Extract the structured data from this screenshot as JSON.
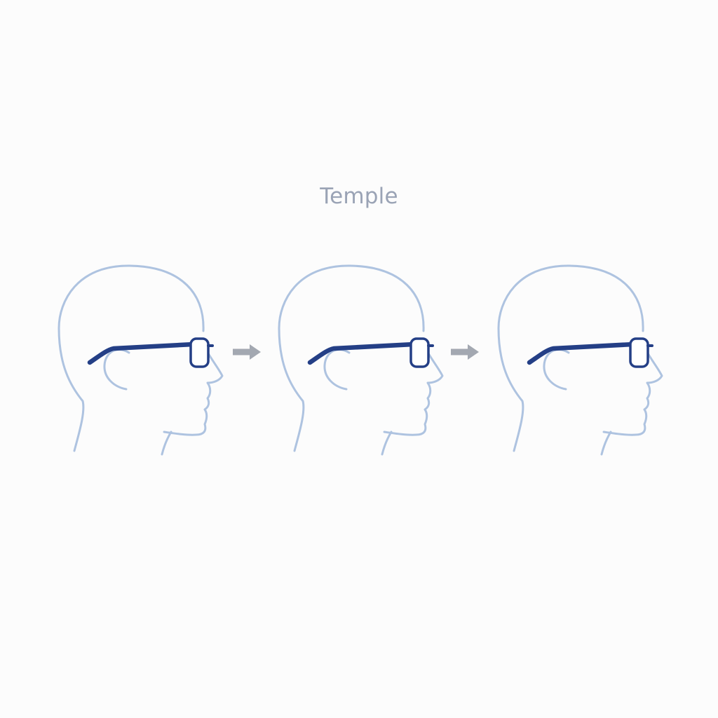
{
  "title": "Temple",
  "colors": {
    "background": "#fcfcfc",
    "head_outline": "#aec3e0",
    "glasses": "#243f86",
    "arrow": "#a3a8b1",
    "title": "#9aa3b5"
  },
  "steps": [
    {
      "figure": "head-profile-with-glasses"
    },
    {
      "figure": "head-profile-with-glasses"
    },
    {
      "figure": "head-profile-with-glasses"
    }
  ],
  "arrows": 2
}
